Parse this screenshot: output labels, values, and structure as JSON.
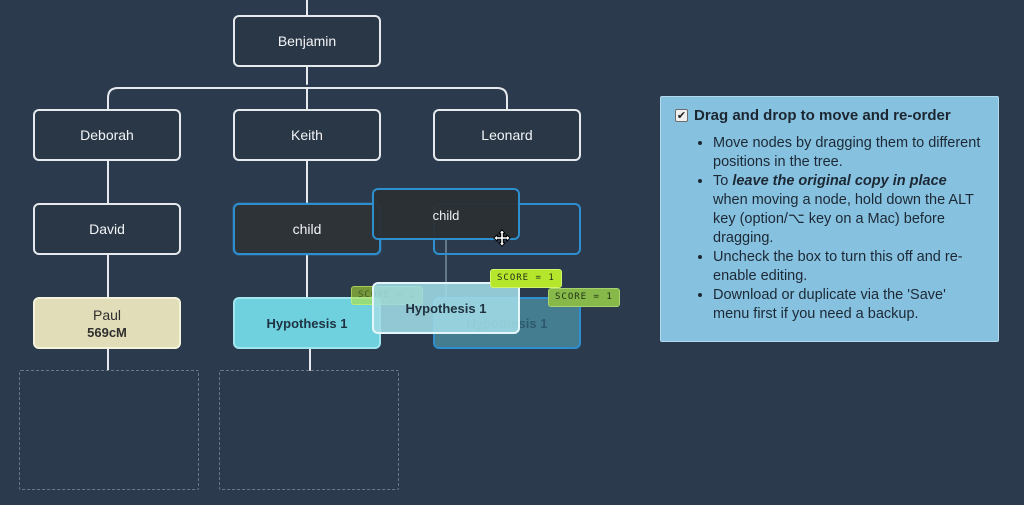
{
  "tree": {
    "root": {
      "label": "Benjamin"
    },
    "level1": [
      {
        "label": "Deborah"
      },
      {
        "label": "Keith"
      },
      {
        "label": "Leonard"
      }
    ],
    "level2": [
      {
        "label": "David"
      },
      {
        "label": "child"
      },
      {
        "label": ""
      }
    ],
    "level3": [
      {
        "name": "Paul",
        "cm": "569cM"
      },
      {
        "label": "Hypothesis 1",
        "score": "SCORE = 1"
      },
      {
        "label": "Hypothesis 1",
        "score": "SCORE = 1"
      }
    ],
    "drag_preview": {
      "child_label": "child",
      "hypothesis_label": "Hypothesis 1",
      "score": "SCORE = 1"
    }
  },
  "info_panel": {
    "checked": true,
    "check_glyph": "✔",
    "title": "Drag and drop to move and re-order",
    "bullets": {
      "b1": "Move nodes by dragging them to different positions in the tree.",
      "b2_pre": "To ",
      "b2_em": "leave the original copy in place",
      "b2_post": " when moving a node, hold down the ALT key (option/⌥ key on a Mac) before dragging.",
      "b3": "Uncheck the box to turn this off and re-enable editing.",
      "b4": "Download or duplicate via the 'Save' menu first if you need a backup."
    }
  },
  "colors": {
    "background": "#2b3a4c",
    "node_border": "#e6e9ee",
    "selected_border": "#2e8fcf",
    "dna_match": "#e0ddb8",
    "hypothesis": "#6fd0de",
    "score_badge": "#b6e62c",
    "info_panel": "#87c1e0"
  },
  "icons": {
    "move_cursor": "move-cursor-icon"
  }
}
